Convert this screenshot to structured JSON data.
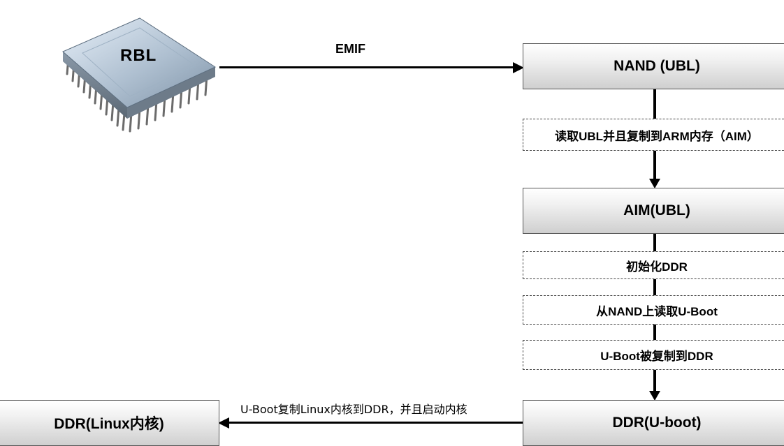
{
  "chip": {
    "label": "RBL"
  },
  "edges": {
    "emif": "EMIF",
    "copy_linux": "U-Boot复制Linux内核到DDR，并且启动内核"
  },
  "boxes": {
    "nand_ubl": "NAND (UBL)",
    "aim_ubl": "AIM(UBL)",
    "ddr_uboot": "DDR(U-boot)",
    "ddr_linux": "DDR(Linux内核)"
  },
  "steps": {
    "read_ubl": "读取UBL并且复制到ARM内存（AIM）",
    "init_ddr": "初始化DDR",
    "read_uboot": "从NAND上读取U-Boot",
    "copy_uboot": "U-Boot被复制到DDR"
  }
}
